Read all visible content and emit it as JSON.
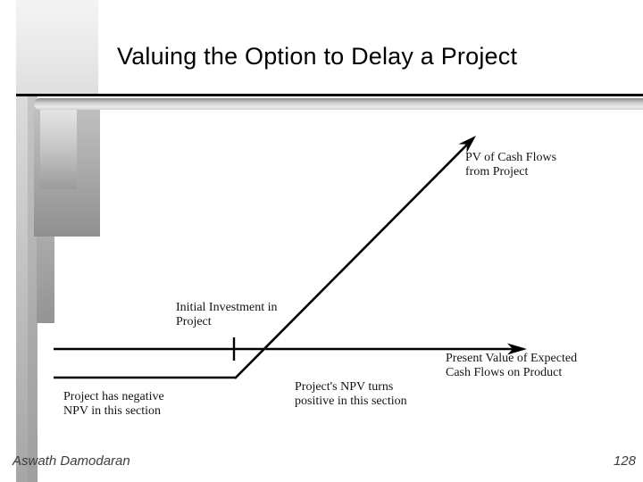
{
  "slide": {
    "title": "Valuing the Option to Delay a Project",
    "footer": {
      "author": "Aswath Damodaran",
      "page_number": "128"
    }
  },
  "diagram": {
    "type": "option-payoff-diagram",
    "labels": {
      "pv_cash_flows": "PV of Cash Flows\nfrom Project",
      "initial_investment": "Initial Investment in\nProject",
      "present_value_expected": "Present Value of Expected\nCash Flows on Product",
      "negative_npv": "Project has negative\nNPV in this section",
      "positive_npv": "Project's NPV turns\npositive in this section"
    }
  },
  "colors": {
    "background": "#ffffff",
    "line_color": "#000000",
    "text_color": "#141414",
    "decoration_gray": "#a6a6a6"
  }
}
